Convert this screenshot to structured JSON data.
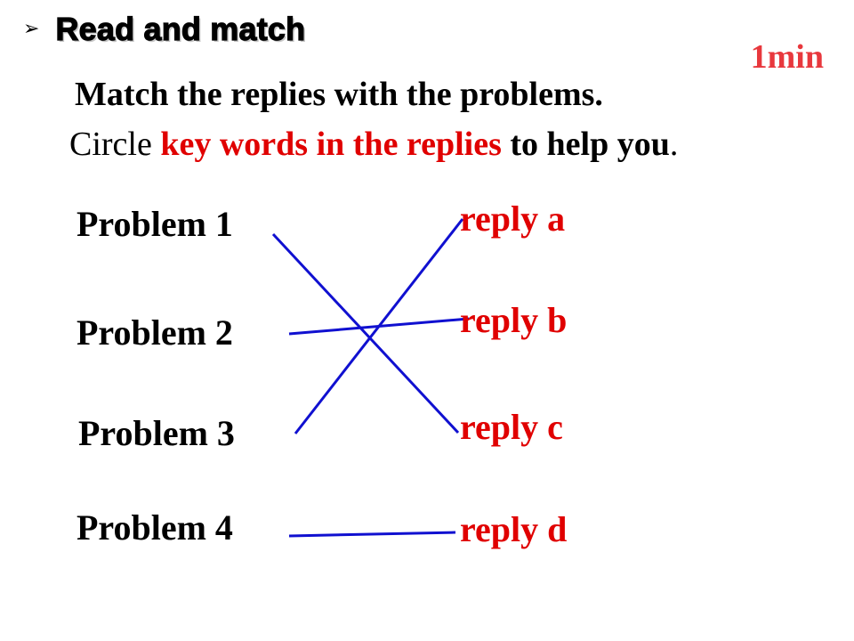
{
  "heading": {
    "bullet": "➢",
    "text": "Read and match"
  },
  "timer": "1min",
  "instructions": {
    "line1": "Match the replies with the problems.",
    "line2_pre": "Circle ",
    "line2_highlight": "key words in the replies",
    "line2_mid": " to help you",
    "line2_end": "."
  },
  "problems": [
    "Problem 1",
    "Problem 2",
    "Problem 3",
    "Problem 4"
  ],
  "replies": [
    "reply a",
    "reply b",
    "reply c",
    "reply d"
  ],
  "matches": [
    {
      "problem": "Problem 1",
      "reply": "reply c"
    },
    {
      "problem": "Problem 2",
      "reply": "reply b"
    },
    {
      "problem": "Problem 3",
      "reply": "reply a"
    },
    {
      "problem": "Problem 4",
      "reply": "reply d"
    }
  ],
  "colors": {
    "line": "#1010d0",
    "reply": "#e00000",
    "timer": "#e8383d"
  }
}
